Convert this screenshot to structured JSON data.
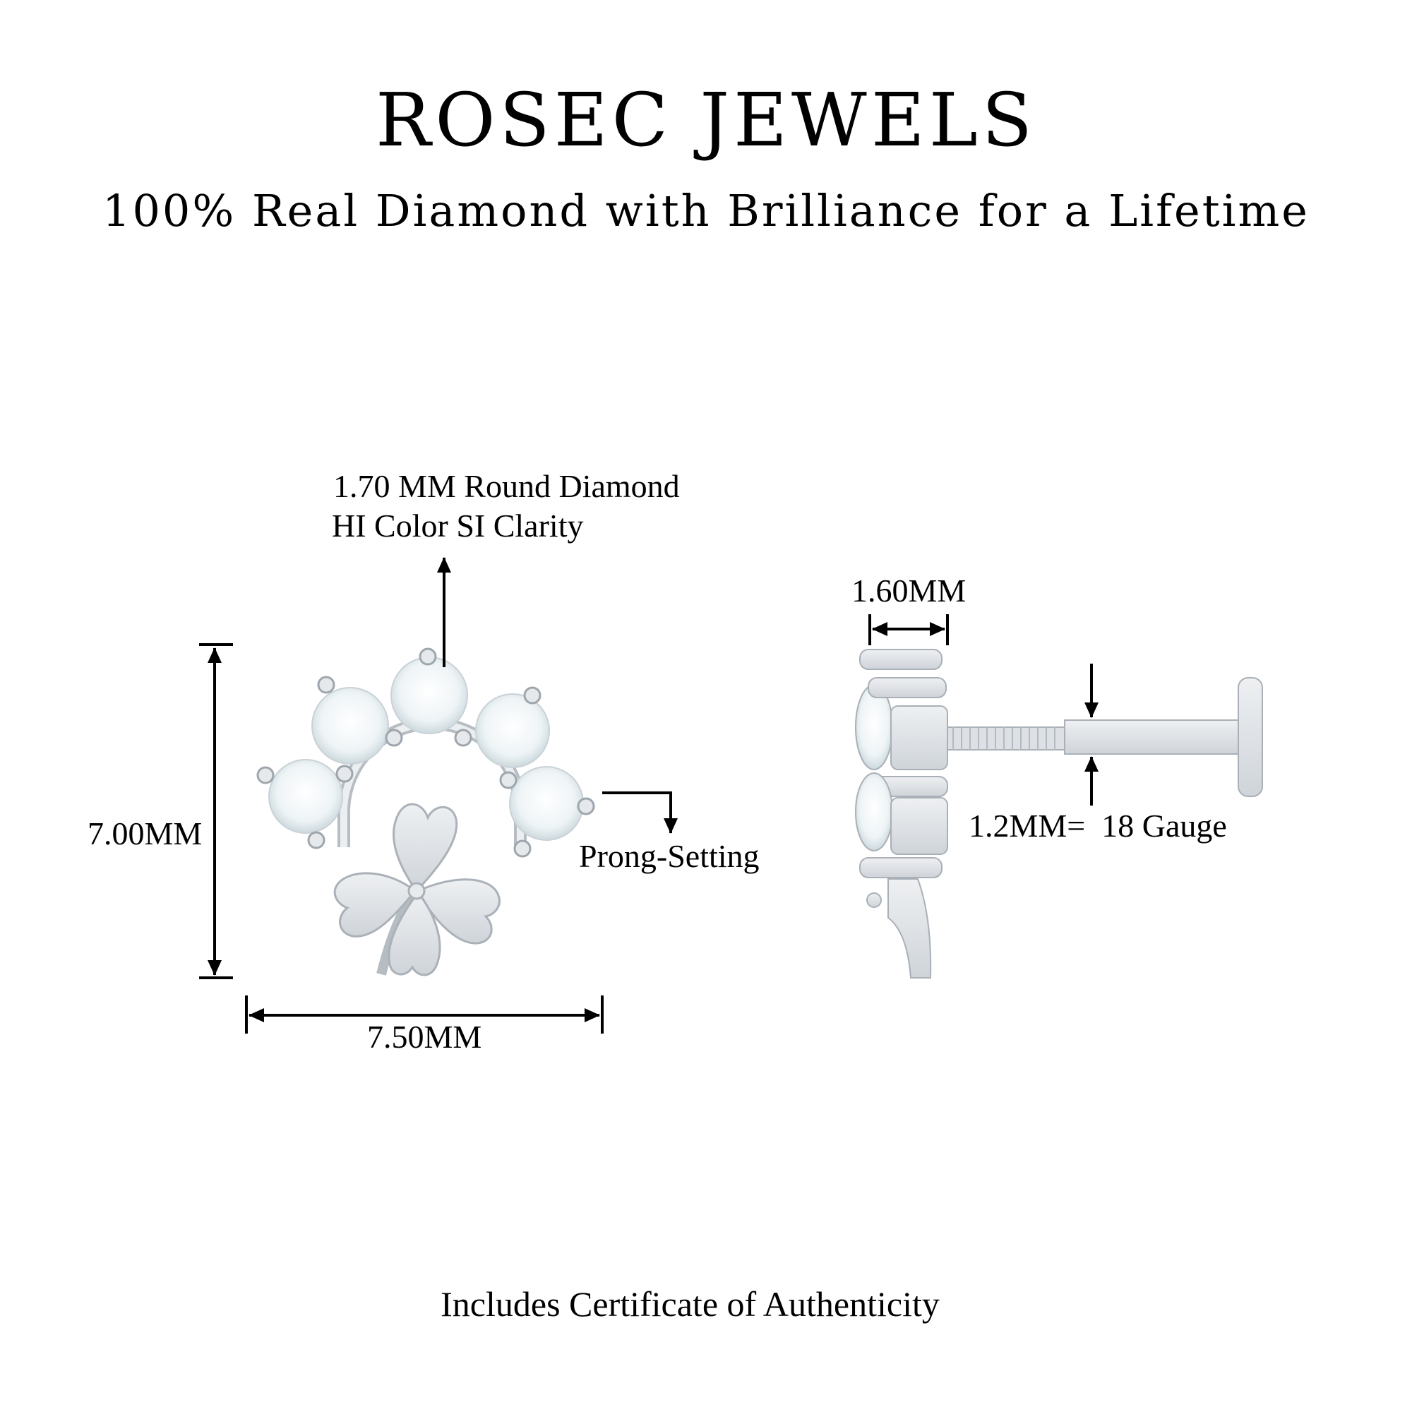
{
  "header": {
    "brand": "ROSEC JEWELS",
    "tagline": "100% Real Diamond with Brilliance for a Lifetime"
  },
  "front_view": {
    "diamond_label_line1": "1.70 MM Round Diamond",
    "diamond_label_line2": "HI Color SI Clarity",
    "height_label": "7.00MM",
    "width_label": "7.50MM",
    "setting_label": "Prong-Setting"
  },
  "side_view": {
    "depth_label": "1.60MM",
    "gauge_label": "1.2MM=  18 Gauge"
  },
  "footer": {
    "text": "Includes Certificate of Authenticity"
  },
  "colors": {
    "metal": "#dfe3e7",
    "metal_edge": "#a9b0b7",
    "diamond": "#f3f8fa",
    "ink": "#000000"
  }
}
